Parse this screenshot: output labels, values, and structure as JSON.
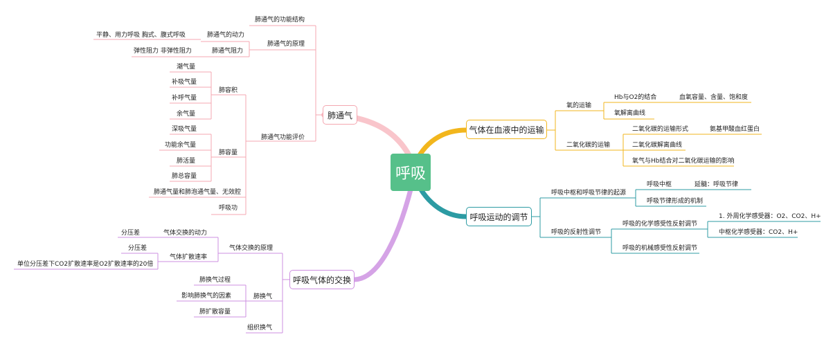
{
  "colors": {
    "center": "#56c08a",
    "ventilation": "#f4a7b0",
    "exchange": "#cd8fe0",
    "transport": "#f2b61d",
    "regulation": "#2c9ba3"
  },
  "center": {
    "label": "呼吸"
  },
  "ventilation": {
    "label": "肺通气",
    "structure": "肺通气的功能结构",
    "principle": "肺通气的原理",
    "force": "肺通气的动力",
    "force_leaf": "平静、用力呼吸  胸式、腹式呼吸",
    "resistance": "肺通气阻力",
    "resistance_leaf": "弹性阻力  非弹性阻力",
    "evaluation": "肺通气功能评价",
    "lung_volume": "肺容积",
    "tidal": "潮气量",
    "irv": "补吸气量",
    "erv": "补呼气量",
    "rv": "余气量",
    "lung_capacity": "肺容量",
    "ic": "深吸气量",
    "frc": "功能余气量",
    "vc": "肺活量",
    "tlc": "肺总容量",
    "ventilation_dead_space": "肺通气量和肺泡通气量、无效腔",
    "work": "呼吸功"
  },
  "exchange": {
    "label": "呼吸气体的交换",
    "principle": "气体交换的原理",
    "driving_force": "气体交换的动力",
    "partial_pressure_1": "分压差",
    "diffusion_rate": "气体扩散速率",
    "partial_pressure_2": "分压差",
    "co2_rate_note": "单位分压差下CO2扩散速率是O2扩散速率的20倍",
    "lung_exchange": "肺换气",
    "lung_process": "肺换气过程",
    "lung_factors": "影响肺换气的因素",
    "diffusing_capacity": "肺扩散容量",
    "tissue_exchange": "组织换气"
  },
  "transport": {
    "label": "气体在血液中的运输",
    "oxygen": "氧的运输",
    "hb_binding": "Hb与O2的结合",
    "hb_leaf": "血氧容量、含量、饱和度",
    "o2_curve": "氧解离曲线",
    "co2": "二氧化碳的运输",
    "co2_form": "二氧化碳的运输形式",
    "co2_form_leaf": "氨基甲酸血红蛋白",
    "co2_curve": "二氧化碳解离曲线",
    "o2_effect": "氧气与Hb结合对二氧化碳运输的影响"
  },
  "regulation": {
    "label": "呼吸运动的调节",
    "center_origin": "呼吸中枢和呼吸节律的起源",
    "resp_center": "呼吸中枢",
    "medulla_leaf": "延髓：呼吸节律",
    "rhythm": "呼吸节律形成的机制",
    "reflex": "呼吸的反射性调节",
    "chemo_reflex": "呼吸的化学感受性反射调节",
    "peripheral": "1.  外周化学感受器：O2、CO2、H+",
    "central": "中枢化学感受器：CO2、H+",
    "mechano_reflex": "呼吸的机械感受性反射调节"
  }
}
